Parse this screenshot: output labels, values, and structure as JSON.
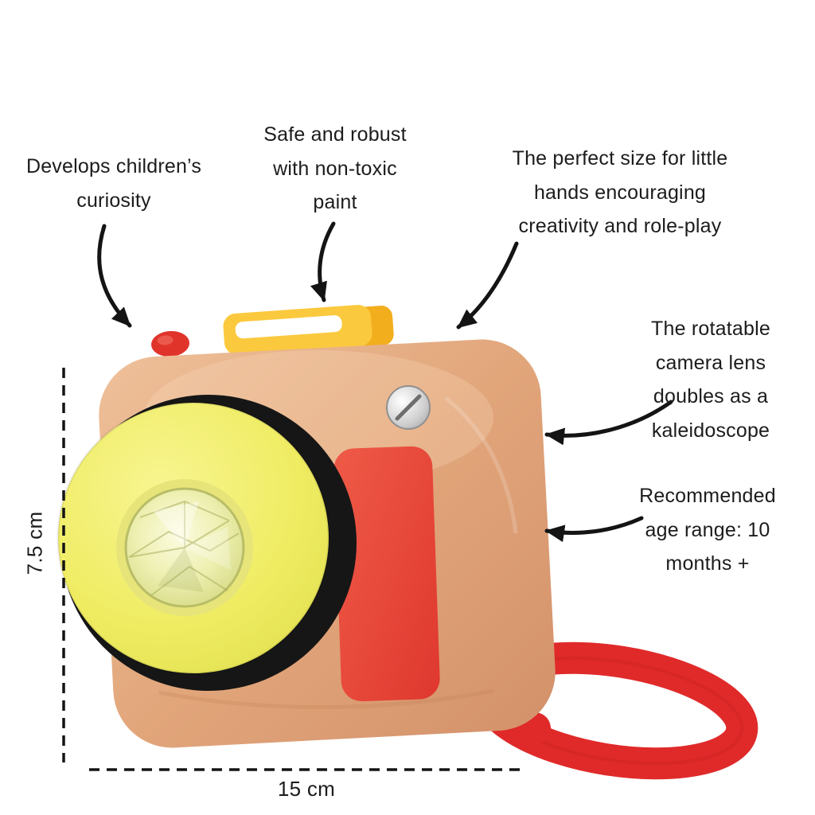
{
  "product_figure": {
    "name": "wooden-toy-camera"
  },
  "annotations": {
    "curiosity": {
      "lines": [
        "Develops children’s",
        "curiosity"
      ]
    },
    "safe_paint": {
      "lines": [
        "Safe and robust",
        "with non-toxic",
        "paint"
      ]
    },
    "perfect_size": {
      "lines": [
        "The perfect size for little",
        "hands encouraging",
        "creativity and role-play"
      ]
    },
    "rotatable_lens": {
      "lines": [
        "The rotatable",
        "camera lens",
        "doubles as a",
        "kaleidoscope"
      ]
    },
    "age_range": {
      "lines": [
        "Recommended",
        "age range: 10",
        "months +"
      ]
    }
  },
  "dimensions": {
    "height_label": "7.5 cm",
    "width_label": "15 cm"
  },
  "colors": {
    "background": "#ffffff",
    "text": "#1c1c1e",
    "wood": "#e2a478",
    "lens_yellow": "#f1ee6b",
    "viewfinder_yellow": "#fbc93e",
    "accent_red": "#e23a31",
    "strap_red": "#e02a2a",
    "ring_black": "#161616"
  }
}
